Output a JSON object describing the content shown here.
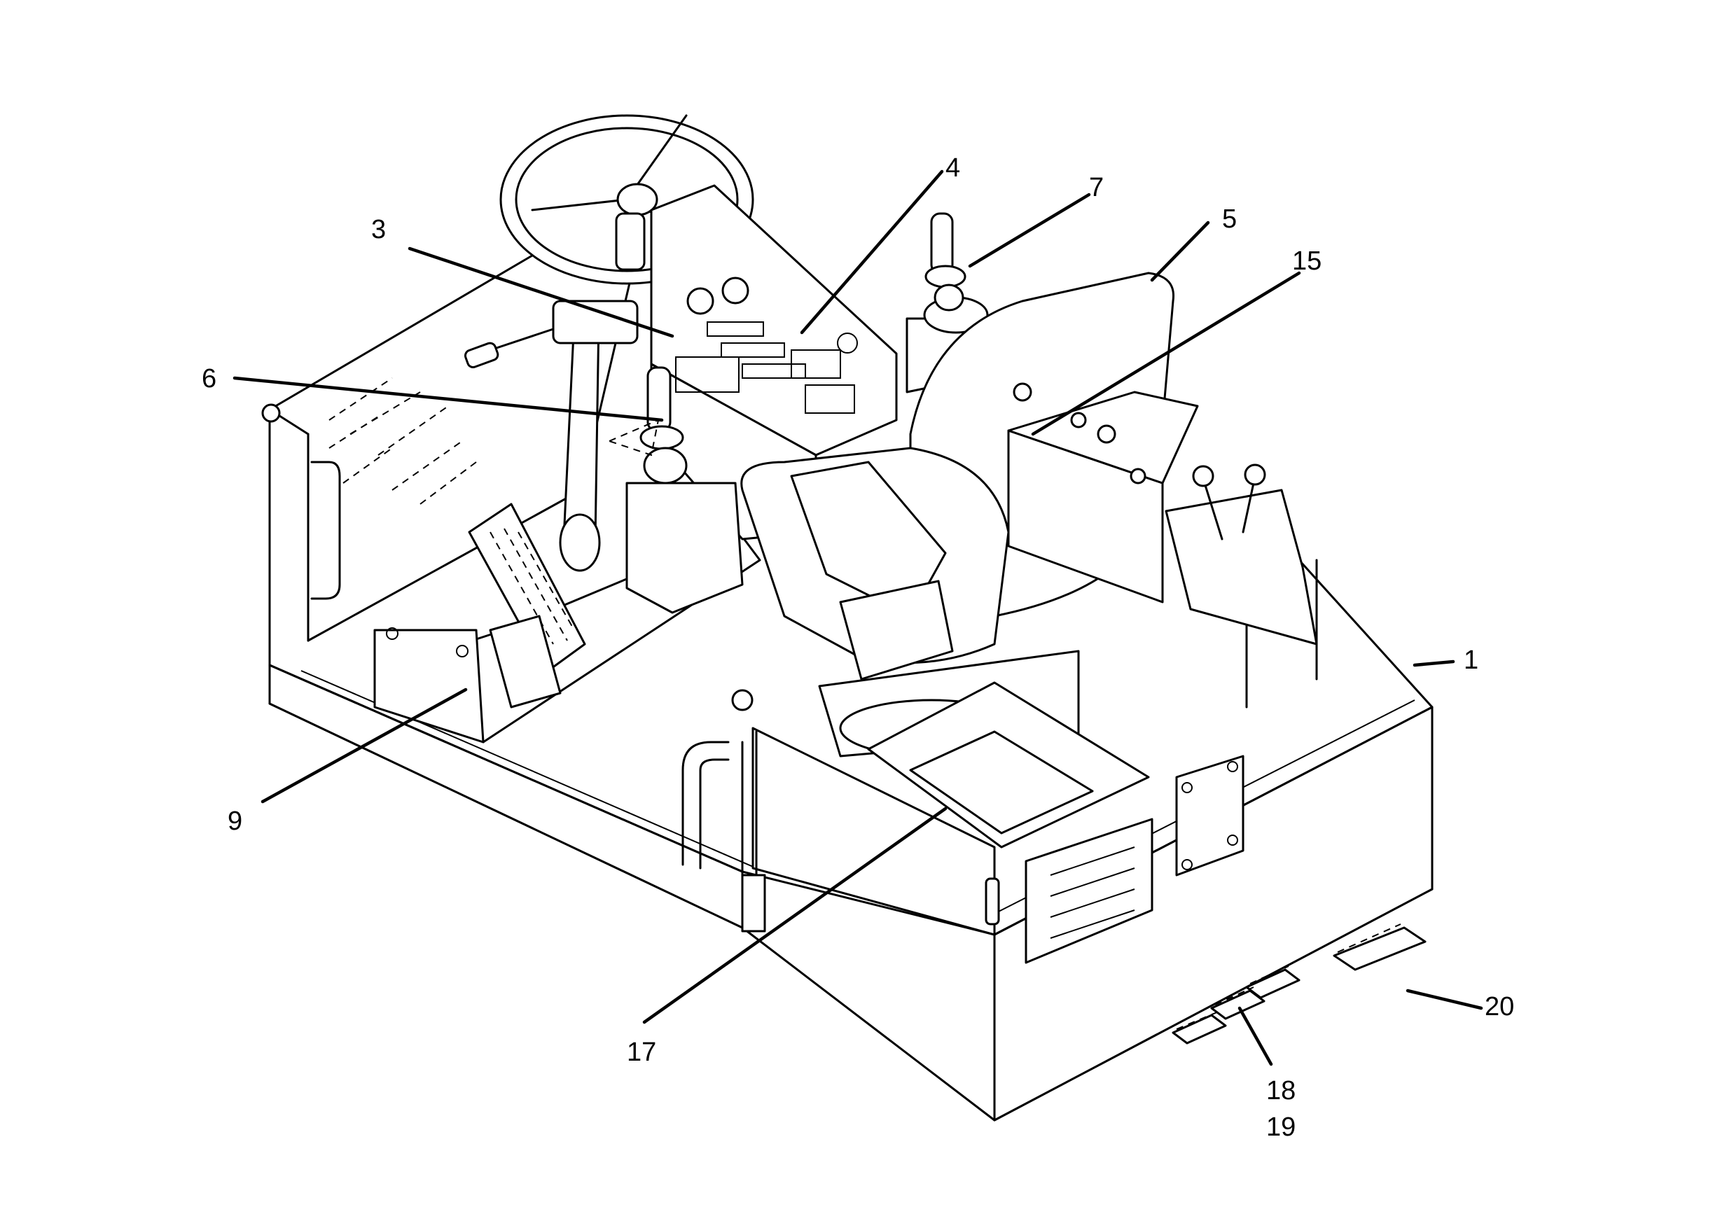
{
  "callouts": {
    "c1": "1",
    "c3": "3",
    "c4": "4",
    "c5": "5",
    "c6": "6",
    "c7": "7",
    "c9": "9",
    "c15": "15",
    "c17": "17",
    "c18": "18",
    "c19": "19",
    "c20": "20"
  }
}
